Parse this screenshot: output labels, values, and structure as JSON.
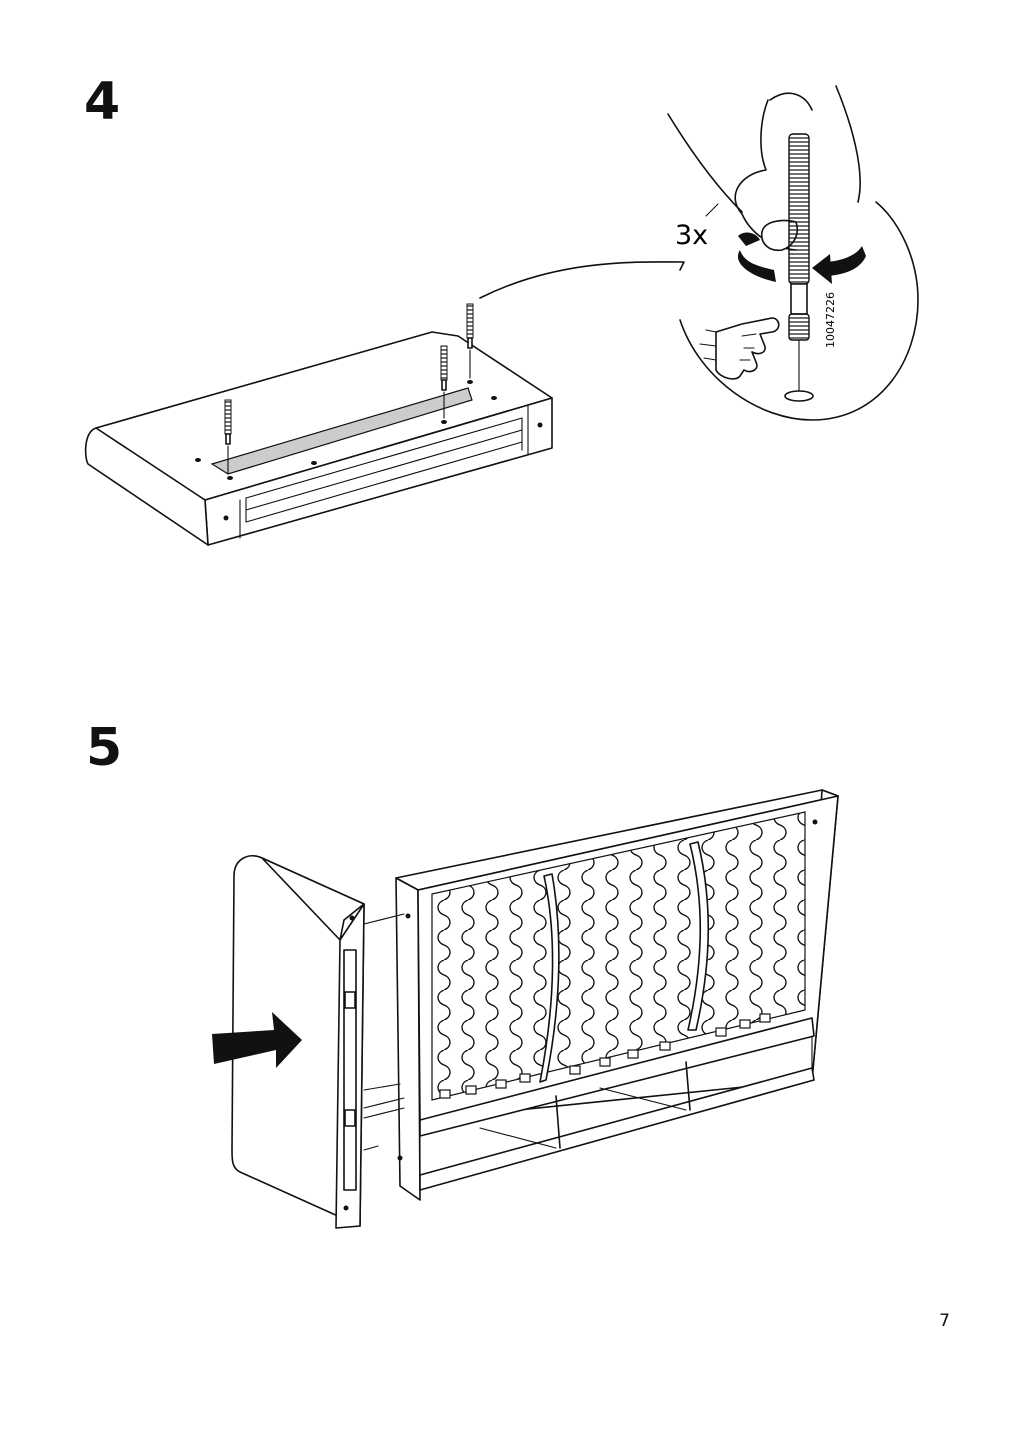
{
  "steps": [
    {
      "number": "4",
      "callout": {
        "quantity": "3x",
        "part_number": "10047226"
      }
    },
    {
      "number": "5"
    }
  ],
  "page": {
    "number": "7"
  }
}
